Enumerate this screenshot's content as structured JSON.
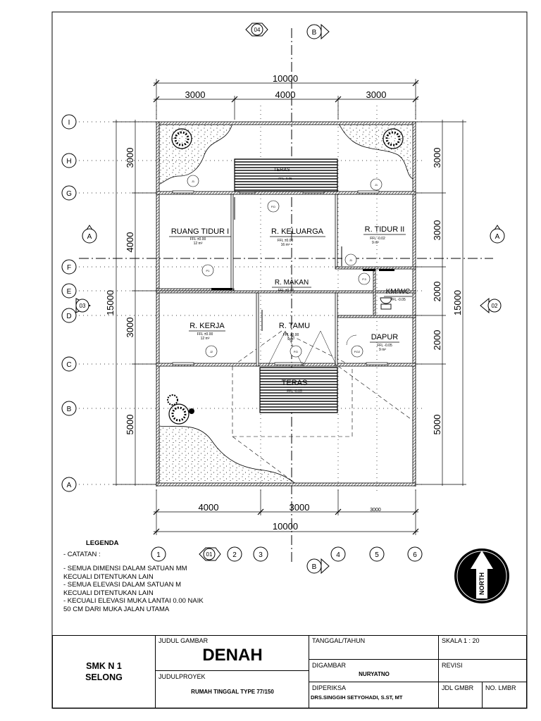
{
  "dimensions": {
    "top_total": "10000",
    "top_segments": [
      "3000",
      "4000",
      "3000"
    ],
    "bottom_segments": [
      "4000",
      "3000"
    ],
    "bottom_small": "3000",
    "bottom_total": "10000",
    "left_total": "15000",
    "left_segments": [
      "3000",
      "4000",
      "3000",
      "5000"
    ],
    "right_total": "15000",
    "right_segments": [
      "3000",
      "3000",
      "2000",
      "2000",
      "5000"
    ]
  },
  "grid_rows": [
    "I",
    "H",
    "G",
    "F",
    "E",
    "D",
    "C",
    "B",
    "A"
  ],
  "grid_cols": [
    "1",
    "2",
    "3",
    "4",
    "5",
    "6"
  ],
  "markers": {
    "top_view": "04",
    "left_view": "03",
    "right_view": "02",
    "bottom_view": "01",
    "section_b_top": "B",
    "section_b_bottom": "B",
    "section_a_left": "A",
    "section_a_right": "A"
  },
  "rooms": {
    "teras_top": {
      "name": "TERAS",
      "ffl": "FFL -0.05"
    },
    "ruang_tidur_1": {
      "name": "RUANG TIDUR I",
      "ffl": "FFL ±0.00",
      "area": "12 m²"
    },
    "keluarga": {
      "name": "R. KELUARGA",
      "ffl": "FFL ±0.00",
      "area": "16 m²"
    },
    "tidur_2": {
      "name": "R. TIDUR II",
      "ffl": "FFL -0.02",
      "area": "9 m²"
    },
    "makan": {
      "name": "R. MAKAN",
      "ffl": "FFL ±0.00"
    },
    "kmwc": {
      "name": "KM/WC",
      "ffl": "FFL -0.05"
    },
    "kerja": {
      "name": "R. KERJA",
      "ffl": "FFL ±0.00",
      "area": "12 m²"
    },
    "tamu": {
      "name": "R. TAMU",
      "ffl": "FFL ±0.00",
      "area": "9 m²"
    },
    "dapur": {
      "name": "DAPUR",
      "ffl": "FFL -0.05",
      "area": "9 m²"
    },
    "teras_front": {
      "name": "TERAS",
      "ffl": "FFL -0.05"
    }
  },
  "tags": [
    "J1",
    "J1",
    "P.D",
    "P1",
    "J1",
    "P.3",
    "J2",
    "P.D",
    "P.D2"
  ],
  "legend": {
    "title": "LEGENDA",
    "items": [
      "- CATATAN :",
      "- SEMUA DIMENSI DALAM SATUAN MM KECUALI DITENTUKAN LAIN",
      "- SEMUA ELEVASI DALAM SATUAN M KECUALI DITENTUKAN LAIN",
      "- KECUALI ELEVASI MUKA LANTAI 0.00 NAIK 50 CM DARI MUKA JALAN UTAMA"
    ]
  },
  "north": "NORTH",
  "title_block": {
    "school": "SMK N 1 SELONG",
    "judul_gambar_label": "JUDUL GAMBAR",
    "judul_gambar": "DENAH",
    "judul_proyek_label": "JUDULPROYEK",
    "judul_proyek": "RUMAH TINGGAL TYPE 77/150",
    "tanggal_label": "TANGGAL/TAHUN",
    "digambar_label": "DIGAMBAR",
    "digambar": "NURYATNO",
    "diperiksa_label": "DIPERIKSA",
    "diperiksa": "DRS.SINGGIH SETYOHADI, S.ST, MT",
    "skala": "SKALA 1 : 20",
    "revisi_label": "REVISI",
    "jdl_gmbr_label": "JDL GMBR",
    "no_lmbr_label": "NO. LMBR"
  }
}
